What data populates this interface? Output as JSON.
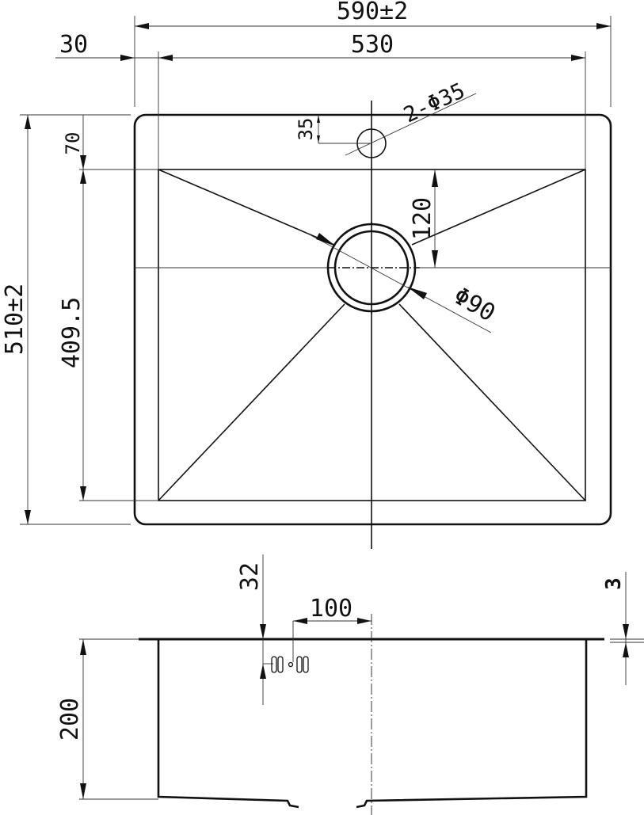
{
  "top_view": {
    "overall_width": "590±2",
    "offset": "30",
    "bowl_width": "530",
    "overall_depth": "510±2",
    "rim_depth": "70",
    "bowl_depth": "409.5",
    "drain_offset": "120",
    "tap_hole_offset": "35",
    "tap_holes": "2-Φ35",
    "drain_diameter": "Φ90"
  },
  "side_view": {
    "overflow_offset": "32",
    "overflow_distance": "100",
    "rim_thickness": "3",
    "bowl_height": "200"
  }
}
